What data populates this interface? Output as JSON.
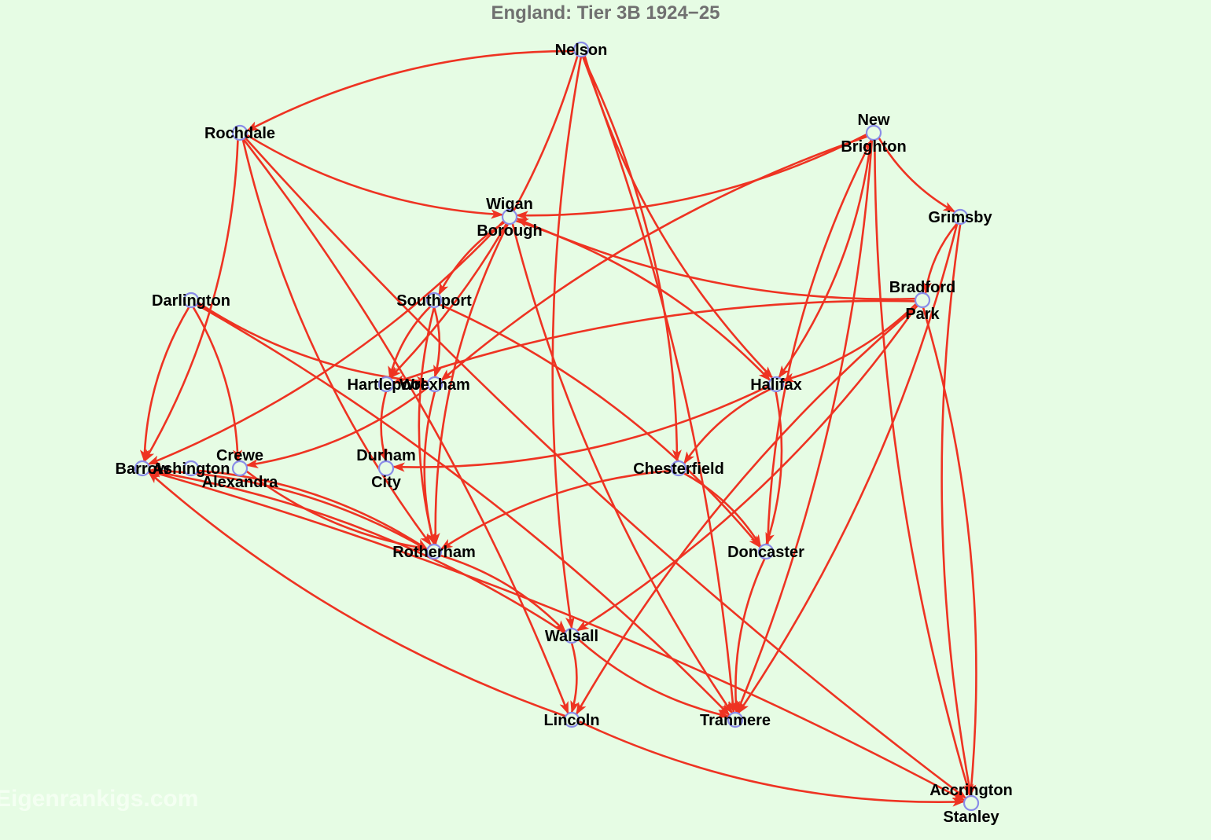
{
  "title": "England: Tier 3B 1924−25",
  "watermark": "Eigenrankigs.com",
  "colors": {
    "background": "#e6fce4",
    "edge": "#ee3322",
    "node_stroke": "#8a8ce8",
    "title": "#707070"
  },
  "nodes": [
    {
      "id": "nelson",
      "lines": [
        "Nelson"
      ]
    },
    {
      "id": "rochdale",
      "lines": [
        "Rochdale"
      ]
    },
    {
      "id": "new-brighton",
      "lines": [
        "New",
        "Brighton"
      ]
    },
    {
      "id": "wigan-borough",
      "lines": [
        "Wigan",
        "Borough"
      ]
    },
    {
      "id": "grimsby",
      "lines": [
        "Grimsby"
      ]
    },
    {
      "id": "bradford-park",
      "lines": [
        "Bradford",
        "Park"
      ]
    },
    {
      "id": "darlington",
      "lines": [
        "Darlington"
      ]
    },
    {
      "id": "southport",
      "lines": [
        "Southport"
      ]
    },
    {
      "id": "hartlepool",
      "lines": [
        "Hartlepool"
      ]
    },
    {
      "id": "wrexham",
      "lines": [
        "Wrexham"
      ]
    },
    {
      "id": "halifax",
      "lines": [
        "Halifax"
      ]
    },
    {
      "id": "barrow",
      "lines": [
        "Barrow"
      ]
    },
    {
      "id": "ashington",
      "lines": [
        "Ashington"
      ]
    },
    {
      "id": "crewe-alexandra",
      "lines": [
        "Crewe",
        "Alexandra"
      ]
    },
    {
      "id": "durham-city",
      "lines": [
        "Durham",
        "City"
      ]
    },
    {
      "id": "chesterfield",
      "lines": [
        "Chesterfield"
      ]
    },
    {
      "id": "rotherham",
      "lines": [
        "Rotherham"
      ]
    },
    {
      "id": "doncaster",
      "lines": [
        "Doncaster"
      ]
    },
    {
      "id": "walsall",
      "lines": [
        "Walsall"
      ]
    },
    {
      "id": "lincoln",
      "lines": [
        "Lincoln"
      ]
    },
    {
      "id": "tranmere",
      "lines": [
        "Tranmere"
      ]
    },
    {
      "id": "accrington-stanley",
      "lines": [
        "Accrington",
        "Stanley"
      ]
    }
  ],
  "edges": [
    [
      "nelson",
      "rochdale"
    ],
    [
      "nelson",
      "hartlepool"
    ],
    [
      "nelson",
      "walsall"
    ],
    [
      "nelson",
      "chesterfield"
    ],
    [
      "nelson",
      "halifax"
    ],
    [
      "nelson",
      "tranmere"
    ],
    [
      "rochdale",
      "wigan-borough"
    ],
    [
      "rochdale",
      "barrow"
    ],
    [
      "rochdale",
      "rotherham"
    ],
    [
      "rochdale",
      "lincoln"
    ],
    [
      "rochdale",
      "accrington-stanley"
    ],
    [
      "new-brighton",
      "wigan-borough"
    ],
    [
      "new-brighton",
      "grimsby"
    ],
    [
      "new-brighton",
      "halifax"
    ],
    [
      "new-brighton",
      "wrexham"
    ],
    [
      "new-brighton",
      "tranmere"
    ],
    [
      "new-brighton",
      "accrington-stanley"
    ],
    [
      "doncaster",
      "new-brighton"
    ],
    [
      "wigan-borough",
      "southport"
    ],
    [
      "wigan-borough",
      "barrow"
    ],
    [
      "wigan-borough",
      "rotherham"
    ],
    [
      "wigan-borough",
      "halifax"
    ],
    [
      "wigan-borough",
      "tranmere"
    ],
    [
      "bradford-park",
      "wigan-borough"
    ],
    [
      "grimsby",
      "bradford-park"
    ],
    [
      "grimsby",
      "tranmere"
    ],
    [
      "grimsby",
      "accrington-stanley"
    ],
    [
      "bradford-park",
      "halifax"
    ],
    [
      "bradford-park",
      "hartlepool"
    ],
    [
      "bradford-park",
      "walsall"
    ],
    [
      "bradford-park",
      "lincoln"
    ],
    [
      "bradford-park",
      "accrington-stanley"
    ],
    [
      "darlington",
      "barrow"
    ],
    [
      "darlington",
      "crewe-alexandra"
    ],
    [
      "darlington",
      "wrexham"
    ],
    [
      "darlington",
      "tranmere"
    ],
    [
      "southport",
      "hartlepool"
    ],
    [
      "southport",
      "wrexham"
    ],
    [
      "southport",
      "rotherham"
    ],
    [
      "southport",
      "doncaster"
    ],
    [
      "hartlepool",
      "durham-city"
    ],
    [
      "wrexham",
      "crewe-alexandra"
    ],
    [
      "wrexham",
      "rotherham"
    ],
    [
      "halifax",
      "durham-city"
    ],
    [
      "halifax",
      "chesterfield"
    ],
    [
      "halifax",
      "doncaster"
    ],
    [
      "chesterfield",
      "rotherham"
    ],
    [
      "chesterfield",
      "doncaster"
    ],
    [
      "rotherham",
      "barrow"
    ],
    [
      "ashington",
      "rotherham"
    ],
    [
      "crewe-alexandra",
      "rotherham"
    ],
    [
      "rotherham",
      "walsall"
    ],
    [
      "walsall",
      "barrow"
    ],
    [
      "walsall",
      "lincoln"
    ],
    [
      "walsall",
      "tranmere"
    ],
    [
      "lincoln",
      "barrow"
    ],
    [
      "doncaster",
      "tranmere"
    ],
    [
      "barrow",
      "accrington-stanley"
    ],
    [
      "lincoln",
      "accrington-stanley"
    ]
  ]
}
